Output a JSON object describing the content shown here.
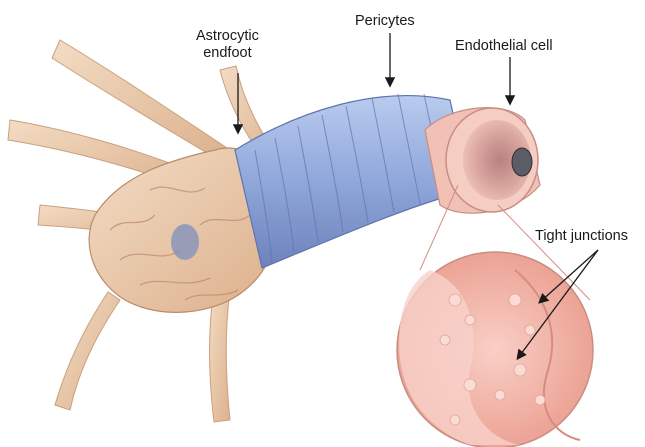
{
  "labels": {
    "astrocytic_line1": "Astrocytic",
    "astrocytic_line2": "endfoot",
    "pericytes": "Pericytes",
    "endothelial": "Endothelial cell",
    "tight_junctions": "Tight junctions"
  },
  "colors": {
    "astrocyte": "#e9c8a8",
    "astrocyte_shadow": "#c79a78",
    "pericyte": "#93aedd",
    "pericyte_dark": "#6f86c0",
    "vessel_wall": "#f1b9ac",
    "lumen": "#d9a39c",
    "zoom_fill": "#f4b8ac",
    "arrow": "#1a1a1a"
  }
}
